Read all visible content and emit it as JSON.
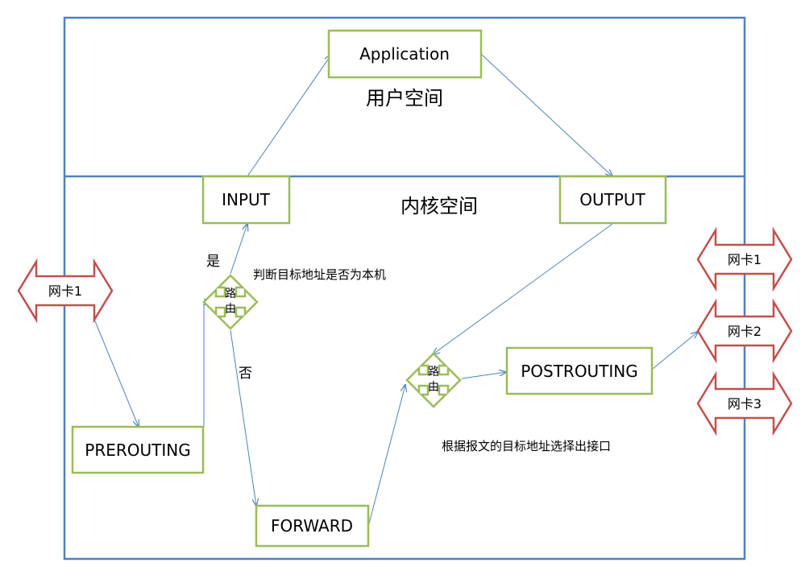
{
  "zones": {
    "user_space": "用户空间",
    "kernel_space": "内核空间"
  },
  "nodes": {
    "application": "Application",
    "input": "INPUT",
    "output": "OUTPUT",
    "prerouting": "PREROUTING",
    "forward": "FORWARD",
    "postrouting": "POSTROUTING"
  },
  "routers": {
    "route1": {
      "char1": "路",
      "char2": "由"
    },
    "route2": {
      "char1": "路",
      "char2": "由"
    }
  },
  "labels": {
    "yes": "是",
    "no": "否",
    "decision": "判断目标地址是否为本机",
    "select_iface": "根据报文的目标地址选择出接口"
  },
  "nics": {
    "left": "网卡1",
    "right1": "网卡1",
    "right2": "网卡2",
    "right3": "网卡3"
  },
  "colors": {
    "frame": "#4f81bd",
    "box_border": "#9bbb59",
    "arrow": "#4f81bd",
    "nic_border": "#c0504d"
  }
}
